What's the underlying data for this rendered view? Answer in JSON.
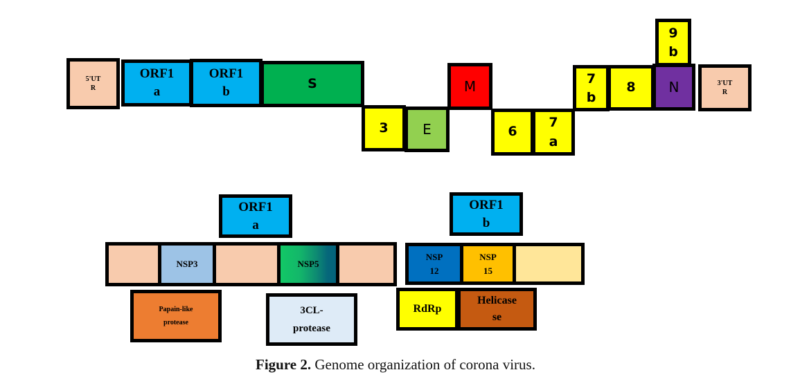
{
  "genome": {
    "utr5": {
      "line1": "5'UT",
      "line2": "R",
      "color": "#f8cbad"
    },
    "orf1a": {
      "line1": "ORF1",
      "line2": "a",
      "color": "#00b0f0"
    },
    "orf1b": {
      "line1": "ORF1",
      "line2": "b",
      "color": "#00b0f0"
    },
    "s": {
      "label": "S",
      "color": "#00b050"
    },
    "orf3": {
      "label": "3",
      "color": "#ffff00"
    },
    "e": {
      "label": "E",
      "color": "#92d050"
    },
    "m": {
      "label": "M",
      "color": "#ff0000"
    },
    "orf6": {
      "label": "6",
      "color": "#ffff00"
    },
    "orf7a": {
      "line1": "7",
      "line2": "a",
      "color": "#ffff00"
    },
    "orf7b": {
      "line1": "7",
      "line2": "b",
      "color": "#ffff00"
    },
    "orf8": {
      "label": "8",
      "color": "#ffff00"
    },
    "n": {
      "label": "N",
      "color": "#7030a0"
    },
    "orf9b": {
      "line1": "9",
      "line2": "b",
      "color": "#ffff00"
    },
    "utr3": {
      "line1": "3'UT",
      "line2": "R",
      "color": "#f8cbad"
    }
  },
  "orf1a_detail": {
    "header": {
      "line1": "ORF1",
      "line2": "a",
      "color": "#00b0f0"
    },
    "segments": [
      {
        "label": "",
        "color": "#f8cbad"
      },
      {
        "label": "NSP3",
        "color": "#9dc3e6"
      },
      {
        "label": "",
        "color": "#f8cbad"
      },
      {
        "label": "NSP5",
        "color": "gradient-green-teal"
      },
      {
        "label": "",
        "color": "#f8cbad"
      }
    ],
    "products": [
      {
        "line1": "Papain-like",
        "line2": "protease",
        "color": "#ed7d31"
      },
      {
        "line1": "3CL-",
        "line2": "protease",
        "color": "#deebf7"
      }
    ]
  },
  "orf1b_detail": {
    "header": {
      "line1": "ORF1",
      "line2": "b",
      "color": "#00b0f0"
    },
    "segments": [
      {
        "line1": "NSP",
        "line2": "12",
        "color": "#0070c0"
      },
      {
        "line1": "NSP",
        "line2": "15",
        "color": "#ffc000"
      },
      {
        "line1": "",
        "line2": "",
        "color": "#ffe699"
      }
    ],
    "products": [
      {
        "label": "RdRp",
        "color": "#ffff00"
      },
      {
        "line1": "Helicase",
        "line2": "se",
        "color": "#c55a11"
      }
    ]
  },
  "caption": {
    "prefix": "Figure 2.",
    "text": " Genome organization of corona virus."
  }
}
